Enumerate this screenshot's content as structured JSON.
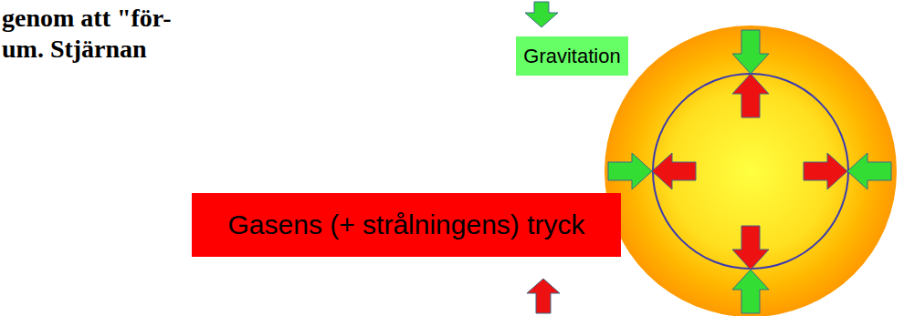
{
  "diagram": {
    "nodes": [
      {
        "text": [
          "Gravitation"
        ]
      },
      {
        "text": [
          "Gasens (+ strålningens) tryck"
        ]
      }
    ],
    "labels": [
      "genom att \"för-",
      "um. Stjärnan"
    ]
  }
}
